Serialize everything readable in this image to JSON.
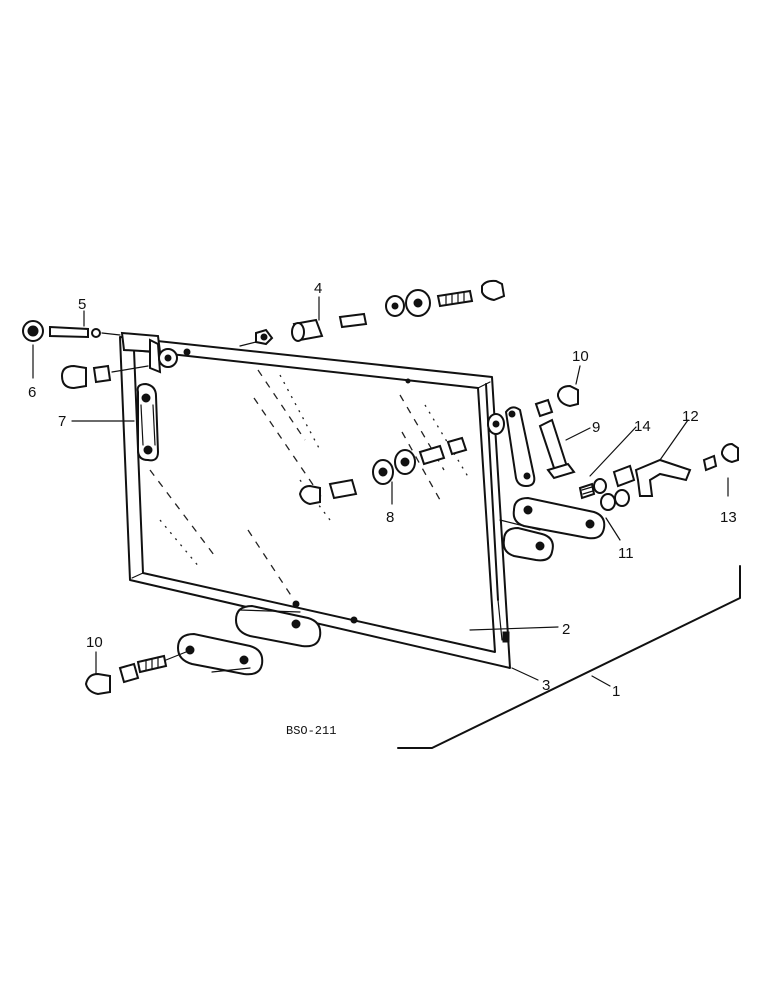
{
  "drawing_ref": "BSO-211",
  "callouts": {
    "c1": "1",
    "c2": "2",
    "c3": "3",
    "c4": "4",
    "c5": "5",
    "c6": "6",
    "c7": "7",
    "c8": "8",
    "c9": "9",
    "c10_top": "10",
    "c10_bottom": "10",
    "c11": "11",
    "c12": "12",
    "c13": "13",
    "c14": "14"
  }
}
